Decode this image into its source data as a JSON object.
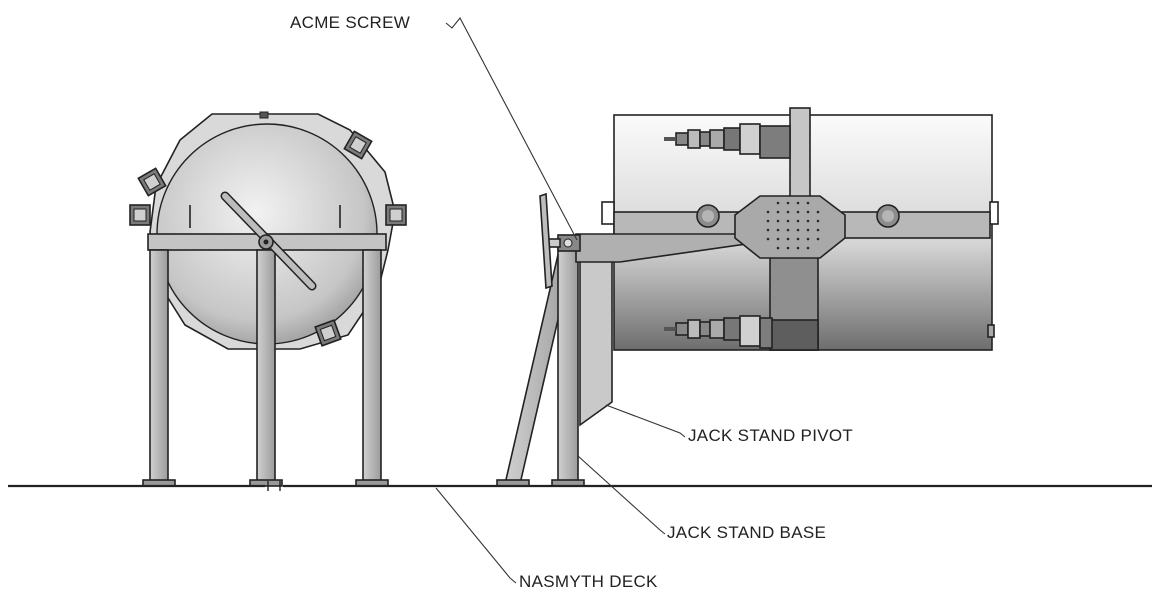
{
  "labels": {
    "acme_screw": "ACME SCREW",
    "jack_stand_pivot": "JACK STAND PIVOT",
    "jack_stand_base": "JACK STAND BASE",
    "nasmyth_deck": "NASMYTH DECK"
  },
  "colors": {
    "outline": "#222222",
    "metal_light": "#f4f4f4",
    "metal_mid": "#b9b9b9",
    "metal_dark": "#6f6f6f",
    "frame": "#bdbdbd",
    "background": "#ffffff"
  }
}
